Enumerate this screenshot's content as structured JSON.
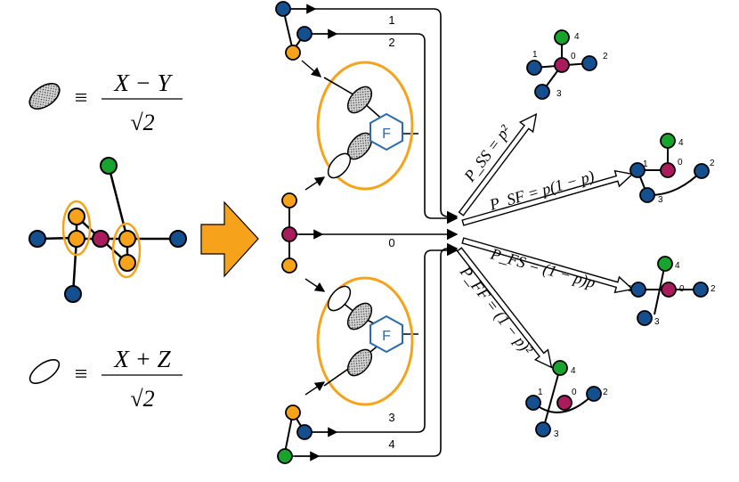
{
  "legend": {
    "dark_left": "≡",
    "dark_numerator": "X − Y",
    "dark_denominator": "√2",
    "light_left": "≡",
    "light_numerator": "X + Z",
    "light_denominator": "√2"
  },
  "channels": {
    "top_1": "1",
    "top_2": "2",
    "middle_0": "0",
    "bottom_3": "3",
    "bottom_4": "4"
  },
  "fusion_label": "F",
  "outcomes": {
    "ss": {
      "label": "P_SS = p²",
      "probability": "p^2"
    },
    "sf": {
      "label": "P_SF = p(1 − p)",
      "probability": "p(1-p)"
    },
    "fs": {
      "label": "P_FS = (1 − p)p",
      "probability": "(1-p)p"
    },
    "ff": {
      "label": "P_FF = (1 − p)²",
      "probability": "(1-p)^2"
    }
  },
  "graph_labels": [
    "0",
    "1",
    "2",
    "3",
    "4"
  ],
  "colors": {
    "orange": "#f7a21b",
    "blue": "#14508f",
    "magenta": "#a81b5c",
    "green": "#18a32c",
    "fusion_blue": "#2a6bb0",
    "black": "#000000"
  }
}
